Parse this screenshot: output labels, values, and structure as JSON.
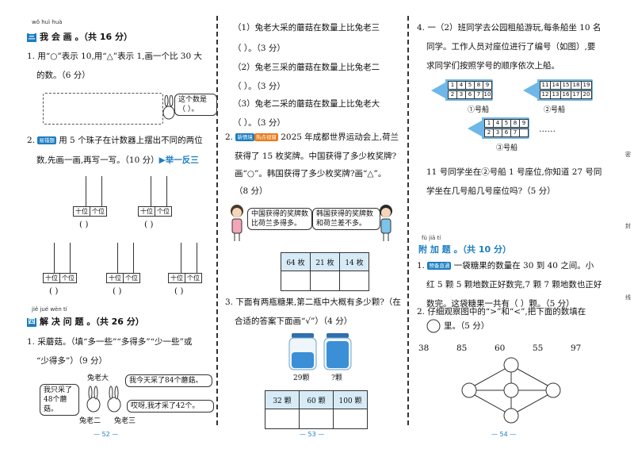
{
  "page1": {
    "pinyin_wohuihua": "wǒ huì huà",
    "sec3_num": "三",
    "sec3_title": "我 会 画 。（共 16 分）",
    "q1_line1": "1. 用“○”表示 10,用“△”表示 1,画一个比 30 大",
    "q1_line2": "的数。（6 分）",
    "q1_bubble": "这个数是（    ）。",
    "q2_tag": "易错题",
    "q2_line1": "用 5 个珠子在计数器上摆出不同的两位",
    "q2_line2": "数,先画一画,再写一写。（10 分）",
    "q2_extra": "▶举一反三",
    "q2_num": "2.",
    "abacus_tens": "十位",
    "abacus_ones": "个位",
    "paren": "(     )",
    "pinyin_jiejue": "jiě jué wèn  tí",
    "sec4_num": "四",
    "sec4_title": "解 决 问 题 。（共 26 分）",
    "q4_1_line1": "1. 采蘑菇。（填“多一些”“多得多”“少一些”或",
    "q4_1_line2": "“少得多”）（9 分）",
    "rabbit_big": "兔老大",
    "bubble_a": "我只采了48个蘑菇。",
    "bubble_b": "我今天采了84个蘑菇。",
    "bubble_c": "哎呀,我才采了42个。",
    "rabbit_two": "兔老二",
    "rabbit_three": "兔老三",
    "page_no": "— 52 —"
  },
  "page2": {
    "s1_line1": "（1）兔老大采的蘑菇在数量上比兔老三",
    "s1_line2": "（          ）。（3 分）",
    "s2_line1": "（2）兔老三采的蘑菇在数量上比兔老二",
    "s2_line2": "（          ）。（3 分）",
    "s3_line1": "（3）兔老二采的蘑菇在数量上比兔老大",
    "s3_line2": "（          ）。（3 分）",
    "q2_num": "2.",
    "q2_tag": "新情境",
    "q2_tag2": "热点视窗",
    "q2_line1": "2025 年成都世界运动会上,荷兰",
    "q2_line2": "获得了 15 枚奖牌。中国获得了多少枚奖牌?",
    "q2_line3": "画“○”。韩国获得了多少枚奖牌?画“△”。",
    "q2_line4": "（8 分）",
    "bubble_cn": "中国获得的奖牌数比荷兰多得多。",
    "bubble_kr": "韩国获得的奖牌数和荷兰差不多。",
    "medal_table": [
      "64 枚",
      "21 枚",
      "14 枚"
    ],
    "q3_line1": "3. 下面有两瓶糖果,第二瓶中大概有多少颗?（在",
    "q3_line2": "合适的答案下面画“√”）（4 分）",
    "jar1": "29颗",
    "jar2": "?颗",
    "candy_table": [
      "32 颗",
      "60 颗",
      "100 颗"
    ],
    "page_no": "— 53 —"
  },
  "page3": {
    "q4_line1": "4. 一（2）班同学去公园租船游玩,每条船坐 10 名",
    "q4_line2": "同学。工作人员对座位进行了编号（如图）,要",
    "q4_line3": "求同学们按照学号的顺序依次上船。",
    "boat1_nums": [
      "1",
      "4",
      "5",
      "8",
      "9",
      "2",
      "3",
      "6",
      "7",
      "10"
    ],
    "boat2_nums": [
      "11",
      "14",
      "15",
      "18",
      "19",
      "12",
      "13",
      "16",
      "17",
      "20"
    ],
    "boat1_label": "①号船",
    "boat2_label": "②号船",
    "boat3_label": "③号船",
    "boat3_nums": [
      "1",
      "4",
      "5",
      "8",
      "9",
      "2",
      "3",
      "6",
      "7",
      ""
    ],
    "boat_dots": "……",
    "q4_line4": "11 号同学坐在②号船 1 号座位,你知道 27 号同",
    "q4_line5": "学坐在几号船几号座位吗?（5 分）",
    "pinyin_fujia": "fù  jiā  tí",
    "bonus_title": "附 加 题 。（共 10 分）",
    "b1_num": "1.",
    "b1_tag": "预备直通",
    "b1_line1": "一袋糖果的数量在 30 到 40 之间。小",
    "b1_line2": "红 5 颗 5 颗地数正好数完,7 颗 7 颗地数也正好",
    "b1_line3": "数完。这袋糖果一共有（    ）颗。（5 分）",
    "b2_line1": "2. 仔细观察图中的“>”和“<”,把下面的数填在",
    "b2_line2": "里。（5 分）",
    "numbers": [
      "38",
      "85",
      "60",
      "55",
      "97"
    ],
    "side_text": [
      "密",
      "封",
      "线"
    ],
    "page_no": "— 54 —"
  }
}
